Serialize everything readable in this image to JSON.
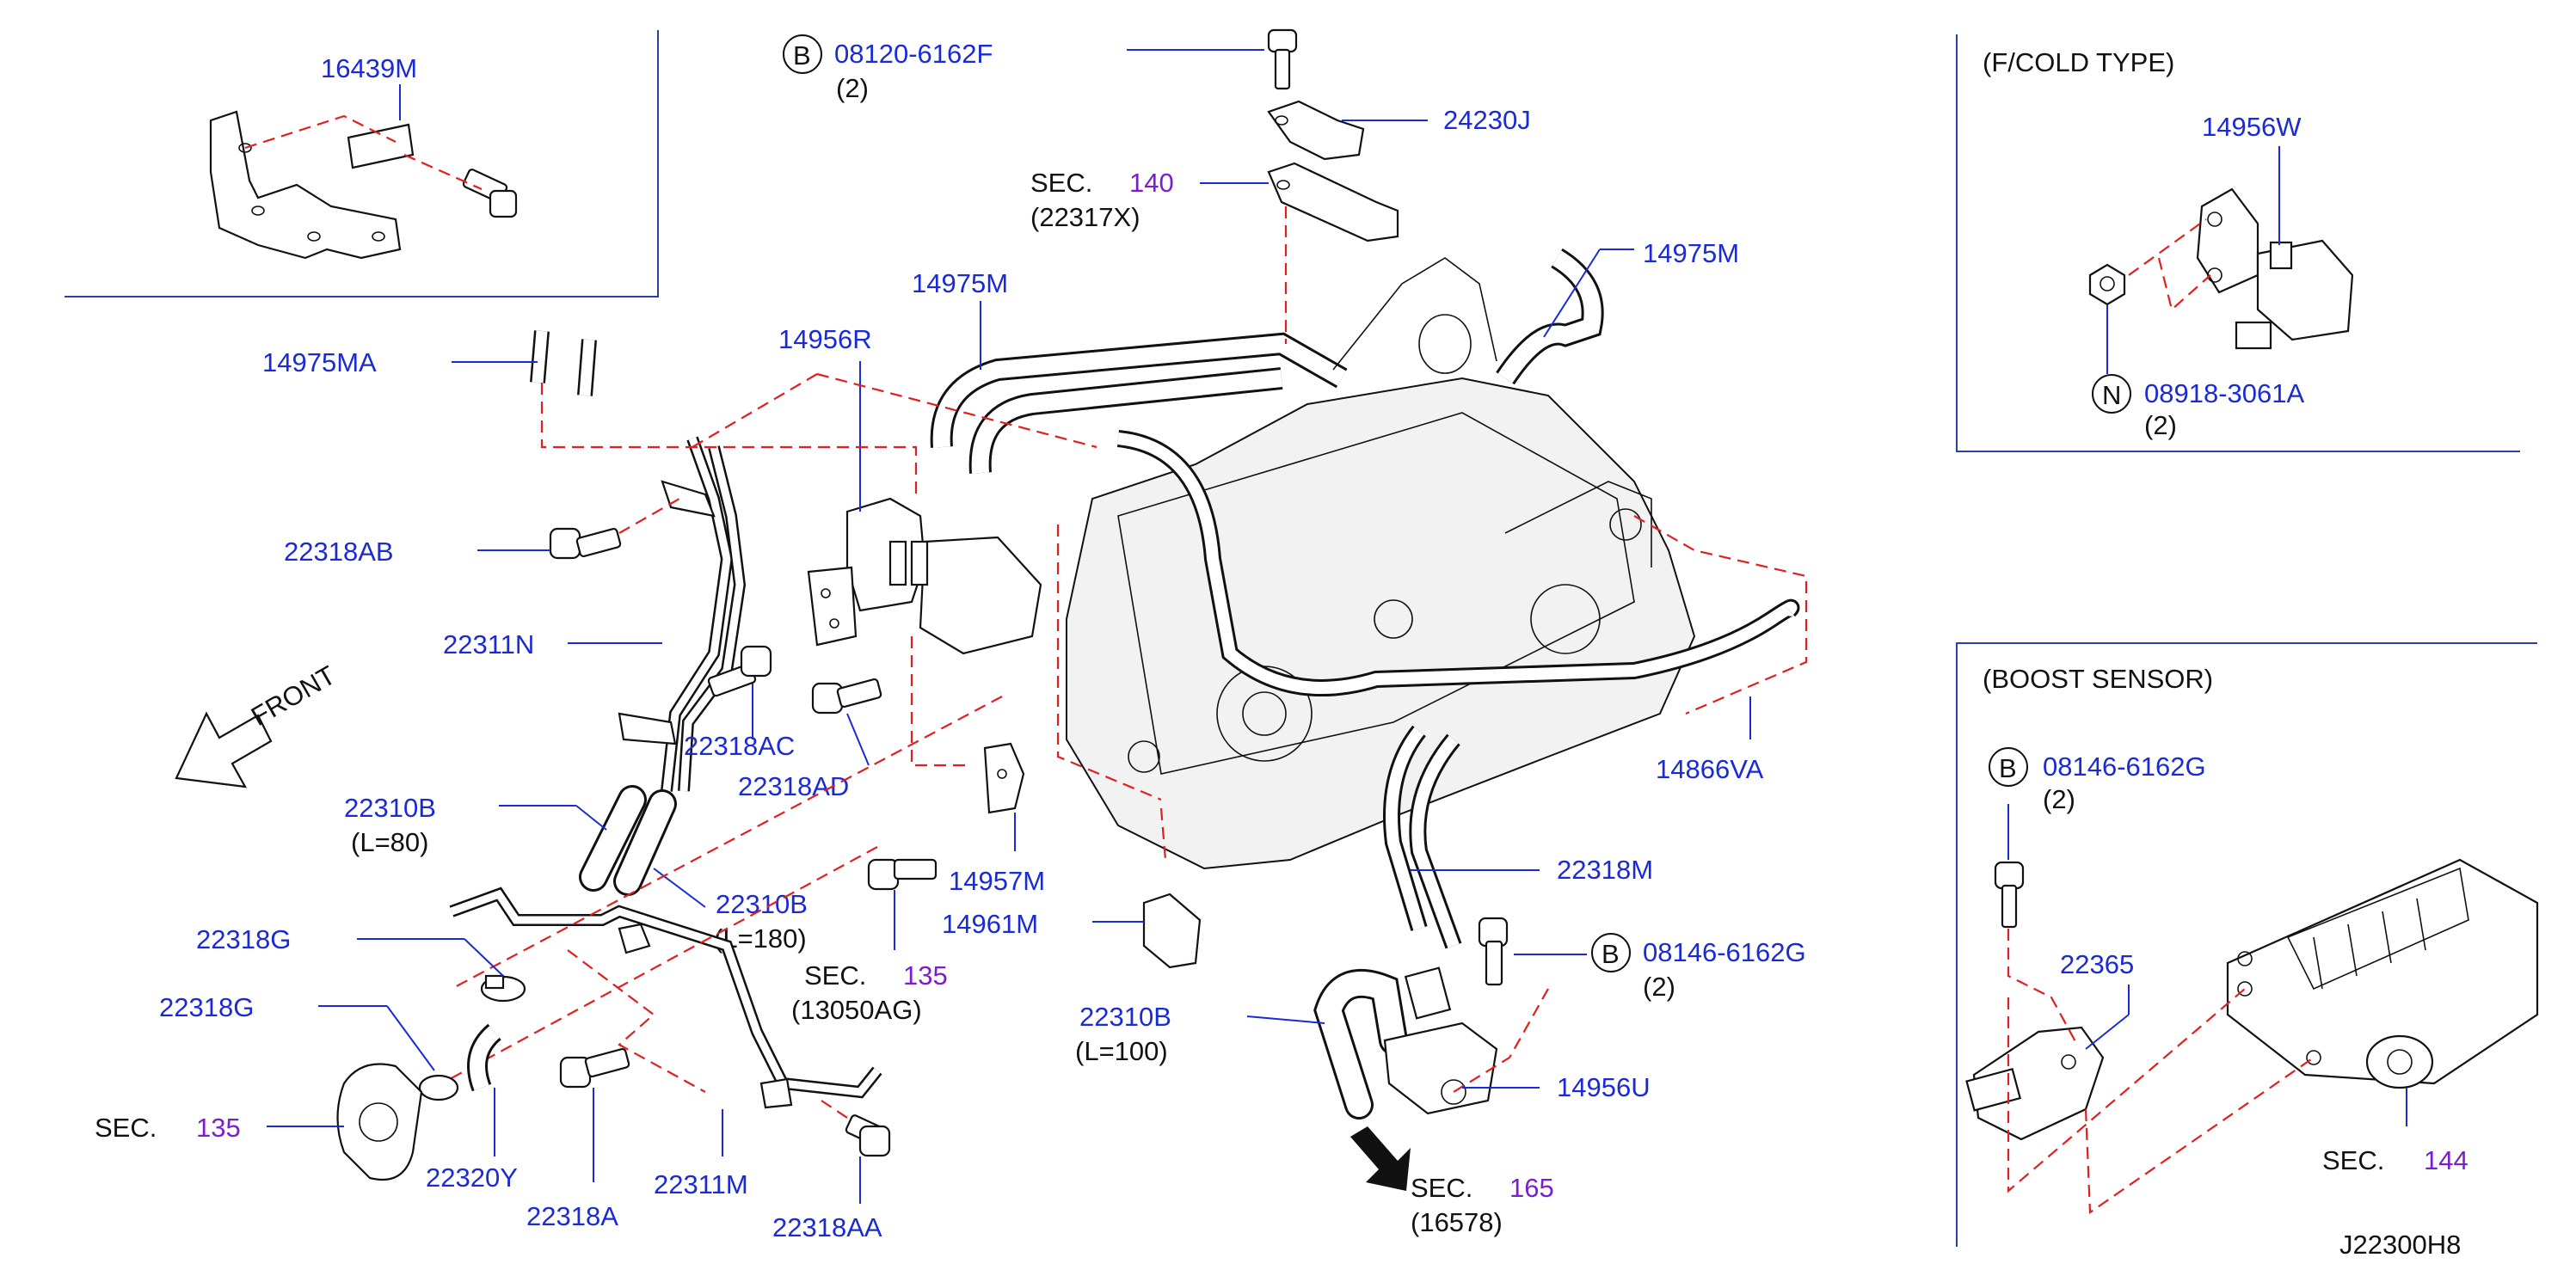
{
  "diagram_id": "J22300H8",
  "panels": {
    "cold": {
      "title": "(F/COLD  TYPE)"
    },
    "boost": {
      "title": "(BOOST  SENSOR)"
    }
  },
  "callouts": {
    "p16439M": "16439M",
    "p14975MA": "14975MA",
    "p22318AB": "22318AB",
    "p22311N": "22311N",
    "p22318AC": "22318AC",
    "p22318AD": "22318AD",
    "p22310B_1": "22310B",
    "p22310B_1_len": "(L=80)",
    "p22310B_2": "22310B",
    "p22310B_2_len": "(L=180)",
    "p22318G_1": "22318G",
    "p22318G_2": "22318G",
    "p22320Y": "22320Y",
    "p22318A": "22318A",
    "p22311M": "22311M",
    "p22318AA": "22318AA",
    "p14975M_1": "14975M",
    "p14956R": "14956R",
    "p14957M": "14957M",
    "p14961M": "14961M",
    "p22310B_3": "22310B",
    "p22310B_3_len": "(L=100)",
    "p14956U": "14956U",
    "p22318M": "22318M",
    "p14866VA": "14866VA",
    "p14975M_2": "14975M",
    "p24230J": "24230J",
    "p14956W": "14956W",
    "p22365": "22365",
    "bolt_top": {
      "badge": "B",
      "part": "08120-6162F",
      "qty": "(2)"
    },
    "bolt_right": {
      "badge": "B",
      "part": "08146-6162G",
      "qty": "(2)"
    },
    "bolt_boost": {
      "badge": "B",
      "part": "08146-6162G",
      "qty": "(2)"
    },
    "nut_cold": {
      "badge": "N",
      "part": "08918-3061A",
      "qty": "(2)"
    }
  },
  "sections": {
    "sec140": {
      "prefix": "SEC.",
      "num": "140",
      "ref": "(22317X)"
    },
    "sec135a": {
      "prefix": "SEC.",
      "num": "135",
      "ref": "(13050AG)"
    },
    "sec135b": {
      "prefix": "SEC.",
      "num": "135"
    },
    "sec165": {
      "prefix": "SEC.",
      "num": "165",
      "ref": "(16578)"
    },
    "sec144": {
      "prefix": "SEC.",
      "num": "144"
    }
  },
  "front": {
    "label": "FRONT"
  },
  "colors": {
    "label": "#1a2bd6",
    "section": "#7a1fd0",
    "dash": "#e02020",
    "ink": "#111111"
  }
}
